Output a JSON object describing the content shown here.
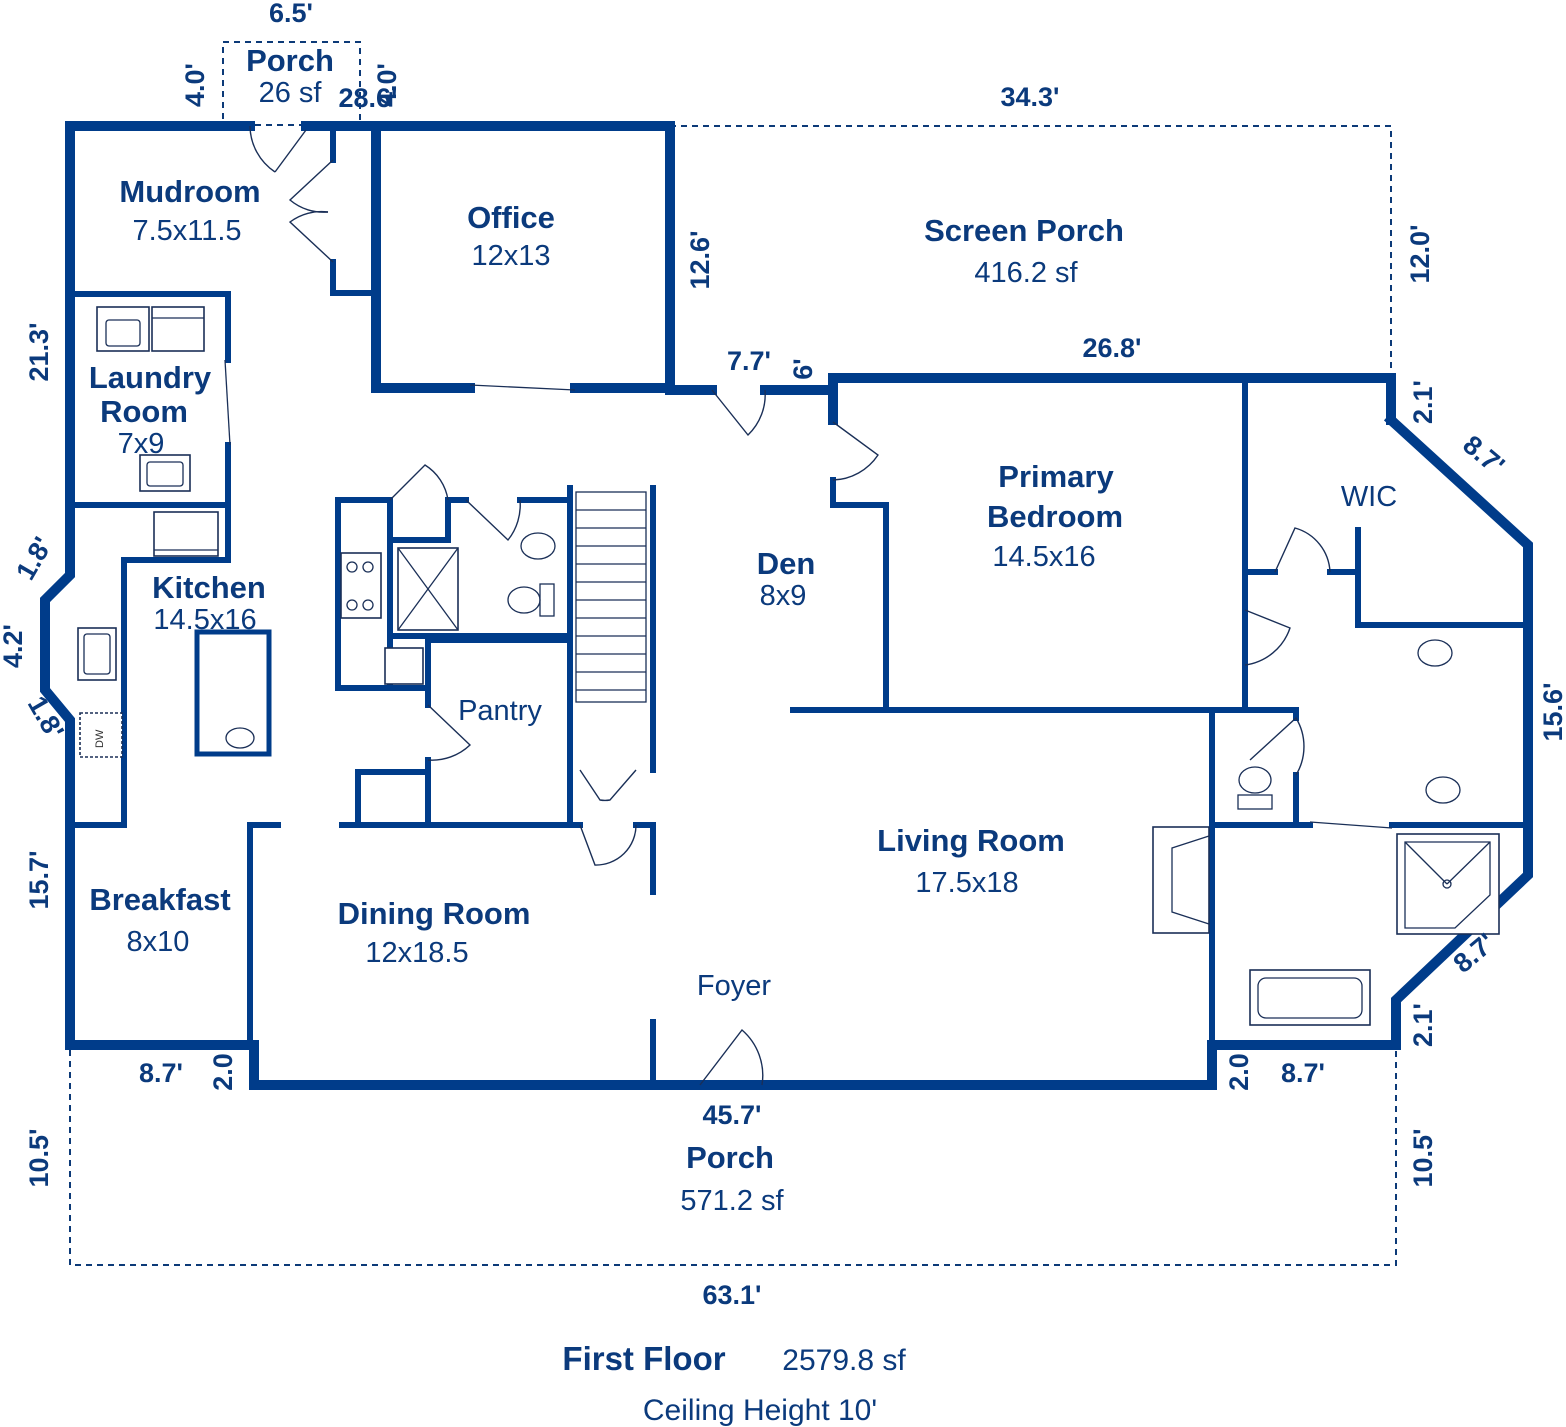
{
  "colors": {
    "wall": "#003C8A",
    "text": "#0B3A7C"
  },
  "rooms": {
    "porch_small": {
      "name": "Porch",
      "size": "26 sf"
    },
    "mudroom": {
      "name": "Mudroom",
      "size": "7.5x11.5"
    },
    "office": {
      "name": "Office",
      "size": "12x13"
    },
    "screen_porch": {
      "name": "Screen Porch",
      "size": "416.2 sf"
    },
    "laundry": {
      "name1": "Laundry",
      "name2": "Room",
      "size": "7x9"
    },
    "kitchen": {
      "name": "Kitchen",
      "size": "14.5x16"
    },
    "den": {
      "name": "Den",
      "size": "8x9"
    },
    "primary_bedroom": {
      "name1": "Primary",
      "name2": "Bedroom",
      "size": "14.5x16"
    },
    "wic": {
      "name": "WIC"
    },
    "pantry": {
      "name": "Pantry"
    },
    "breakfast": {
      "name": "Breakfast",
      "size": "8x10"
    },
    "dining_room": {
      "name": "Dining Room",
      "size": "12x18.5"
    },
    "living_room": {
      "name": "Living Room",
      "size": "17.5x18"
    },
    "foyer": {
      "name": "Foyer"
    },
    "porch_front": {
      "name": "Porch",
      "size": "571.2 sf"
    }
  },
  "dimensions": {
    "porch_top": "6.5'",
    "porch_left": "4.0'",
    "porch_right": "4.0'",
    "top_left_wall": "28.6'",
    "screen_top": "34.3'",
    "screen_right": "12.0'",
    "office_right": "12.6'",
    "den_top": "7.7'",
    "den_jog": "6'",
    "bed_top": "26.8'",
    "bed_right_jog": "2.1'",
    "angle_top": "8.7'",
    "right_wall": "15.6'",
    "angle_bottom": "8.7'",
    "bottom_right_jog": "2.1'",
    "bottom_right_step": "2.0",
    "bottom_right_len": "8.7'",
    "left_upper": "21.3'",
    "left_angle_top": "1.8'",
    "left_angle_mid": "4.2'",
    "left_angle_bottom": "1.8'",
    "left_lower": "15.7'",
    "bottom_left_len": "8.7'",
    "bottom_left_step": "2.0",
    "front_wall": "45.7'",
    "porch_left_side": "10.5'",
    "porch_right_side": "10.5'",
    "overall_width": "63.1'"
  },
  "fixtures": {
    "dishwasher": "DW"
  },
  "footer": {
    "floor_name": "First Floor",
    "floor_area": "2579.8 sf",
    "ceiling": "Ceiling Height 10'"
  }
}
